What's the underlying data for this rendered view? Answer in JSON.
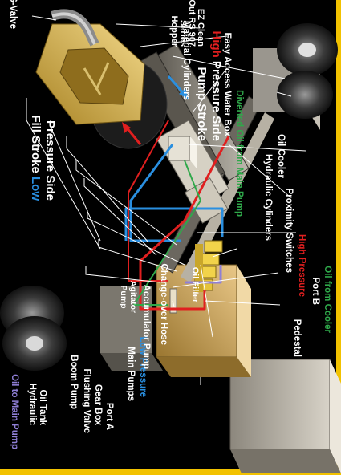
{
  "diagram": {
    "labels": {
      "oil_to_main_pump": "Oil to Main Pump",
      "hydraulic_oil_tank": [
        "Hydraulic",
        "Oil Tank"
      ],
      "boom_pump": "Boom Pump",
      "flushing_valve": "Flushing Valve",
      "gear_box": "Gear Box",
      "port_a": "Port A",
      "main_pumps": "Main Pumps",
      "accumulator_pump": "Accumulator Pump",
      "agitator_pump": [
        "Agitator",
        "Pump"
      ],
      "low_pressure": "Low Pressure",
      "change_over_hose": "Change-over Hose",
      "oil_filter": "Oil Filter",
      "pedestal": "Pedestal",
      "oil_from_cooler": "Oil from Cooler",
      "port_b": "Port B",
      "high_pressure": "High Pressure",
      "proximity_switches": "Proximity Switches",
      "hydraulic_cylinders": "Hydraulic Cylinders",
      "oil_cooler": "Oil Cooler",
      "diverted_oil": "Diverted Oil from Main Pump",
      "fill_stroke": {
        "part1": "Fill Stroke ",
        "part2": "Low",
        "part3": "Pressure Side"
      },
      "easy_access_water_box": "Easy Access Water Box",
      "pump_stroke": "Pump Stroke",
      "high_pressure_side": {
        "part1": "High",
        "part2": " Pressure Side"
      },
      "material_cylinders": "Material Cylinders",
      "s_valve": "S-Valve",
      "hopper": [
        "EZ Clean",
        "Out RS 907",
        "Series",
        "Hopper"
      ]
    },
    "colors": {
      "background": "#000000",
      "accent_border": "#f2c200",
      "high_pressure": "#e01f1f",
      "low_pressure": "#2a8fe0",
      "oil_flow": "#2fa84a",
      "label_text": "#ffffff",
      "purple_line": "#8f7fd6"
    }
  }
}
